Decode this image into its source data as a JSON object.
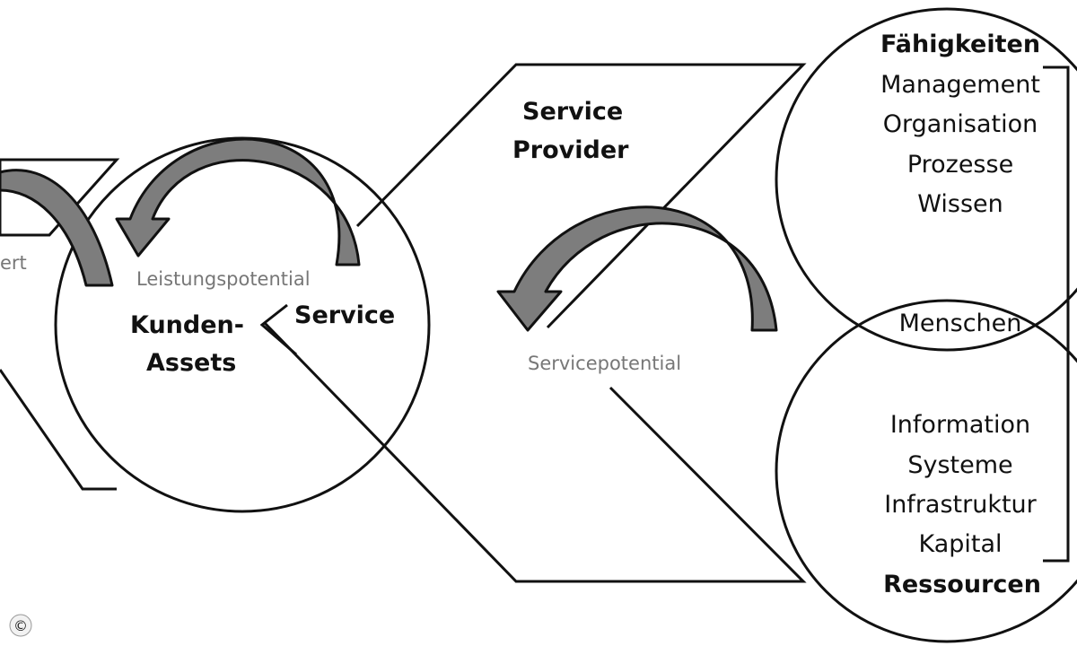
{
  "diagram": {
    "customer_side": {
      "partial_label": "ert",
      "potential_label": "Leistungspotential",
      "assets_line1": "Kunden-",
      "assets_line2": "Assets",
      "service_label": "Service"
    },
    "provider_side": {
      "title_line1": "Service",
      "title_line2": "Provider",
      "potential_label": "Servicepotential"
    },
    "capabilities": {
      "title": "Fähigkeiten",
      "items": [
        "Management",
        "Organisation",
        "Prozesse",
        "Wissen"
      ]
    },
    "shared": {
      "label": "Menschen"
    },
    "resources": {
      "title": "Ressourcen",
      "items": [
        "Information",
        "Systeme",
        "Infrastruktur",
        "Kapital"
      ]
    },
    "copyright_symbol": "©",
    "colors": {
      "stroke": "#111111",
      "arrow_fill": "#7d7d7d",
      "muted_text": "#777777"
    }
  }
}
